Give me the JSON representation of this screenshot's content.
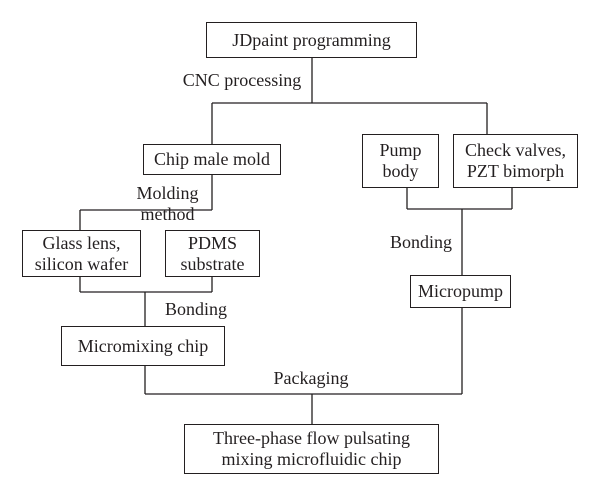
{
  "diagram": {
    "nodes": {
      "jdpaint": "JDpaint programming",
      "chip_mold": "Chip male mold",
      "pump_body": "Pump\nbody",
      "check_valves": "Check valves,\nPZT bimorph",
      "glass_lens": "Glass lens,\nsilicon wafer",
      "pdms": "PDMS\nsubstrate",
      "micropump": "Micropump",
      "micromixing": "Micromixing chip",
      "final": "Three-phase flow pulsating\nmixing microfluidic chip"
    },
    "labels": {
      "cnc": "CNC processing",
      "molding": "Molding\nmethod",
      "bonding_right": "Bonding",
      "bonding_left": "Bonding",
      "packaging": "Packaging"
    },
    "colors": {
      "line": "#231f20",
      "text": "#231f20",
      "background": "#ffffff"
    }
  }
}
